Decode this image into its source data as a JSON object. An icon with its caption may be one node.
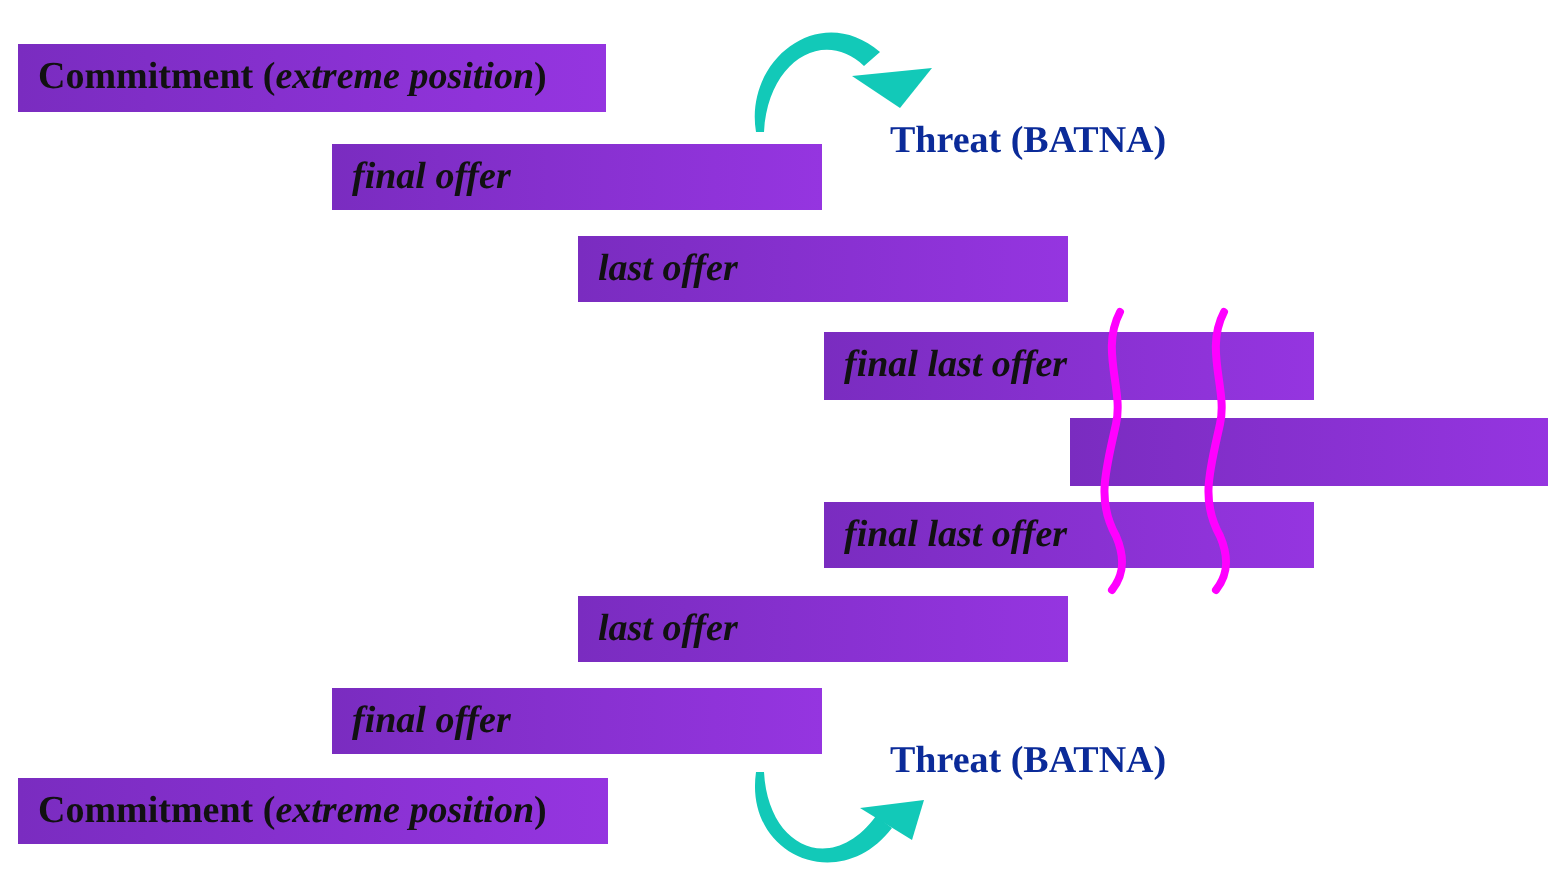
{
  "diagram": {
    "nodes": [
      {
        "text": [
          "Commitment (*extreme position*)"
        ]
      },
      {
        "text": [
          "final offer"
        ]
      },
      {
        "text": [
          "last offer"
        ]
      },
      {
        "text": [
          "final last offer"
        ]
      },
      {
        "text": [],
        "shape": "bar"
      },
      {
        "text": [
          "final last offer"
        ]
      },
      {
        "text": [
          "last offer"
        ]
      },
      {
        "text": [
          "final offer"
        ]
      },
      {
        "text": [
          "Commitment (*extreme position*)"
        ]
      }
    ],
    "labels": [
      "Threat (BATNA)",
      "Threat (BATNA)"
    ]
  }
}
